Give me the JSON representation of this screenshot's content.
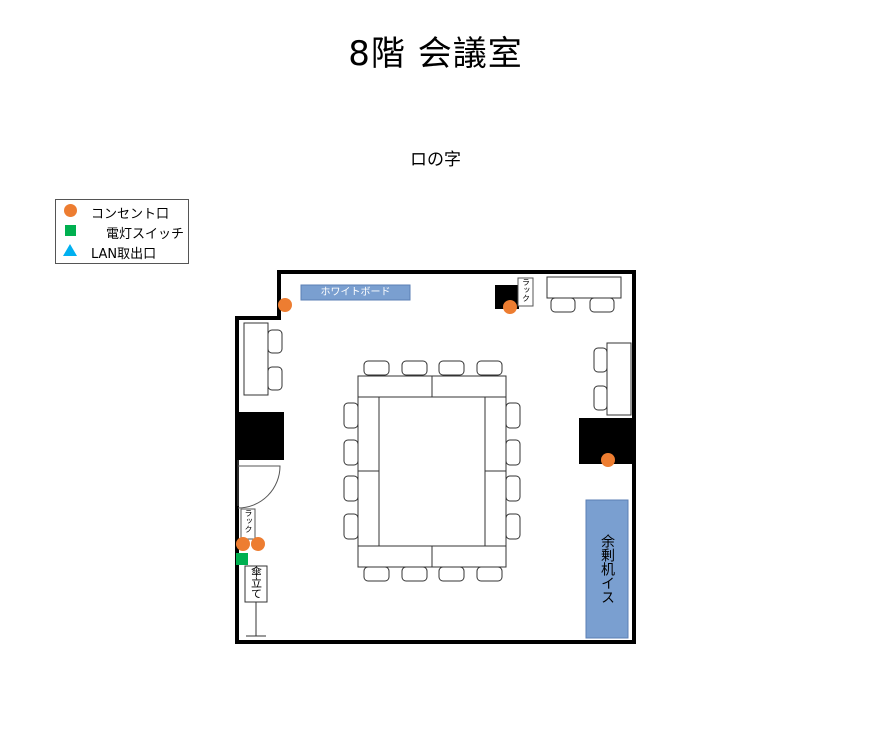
{
  "title": "8階 会議室",
  "subtitle": "ロの字",
  "legend": {
    "items": [
      {
        "label": "コンセント口",
        "symbol": "circle",
        "color": "#ed7d31"
      },
      {
        "label": "電灯スイッチ",
        "symbol": "square",
        "color": "#00b050"
      },
      {
        "label": "LAN取出口",
        "symbol": "triangle",
        "color": "#00b0f0"
      }
    ]
  },
  "labels": {
    "whiteboard": "ホワイトボード",
    "rack": "ラック",
    "umbrella_stand": "傘立て",
    "spare_furniture": "余剰机イス"
  },
  "colors": {
    "outlet": "#ed7d31",
    "switch": "#00b050",
    "lan": "#00b0f0",
    "furniture_fill": "#7a9fd0",
    "wall": "#000000"
  }
}
